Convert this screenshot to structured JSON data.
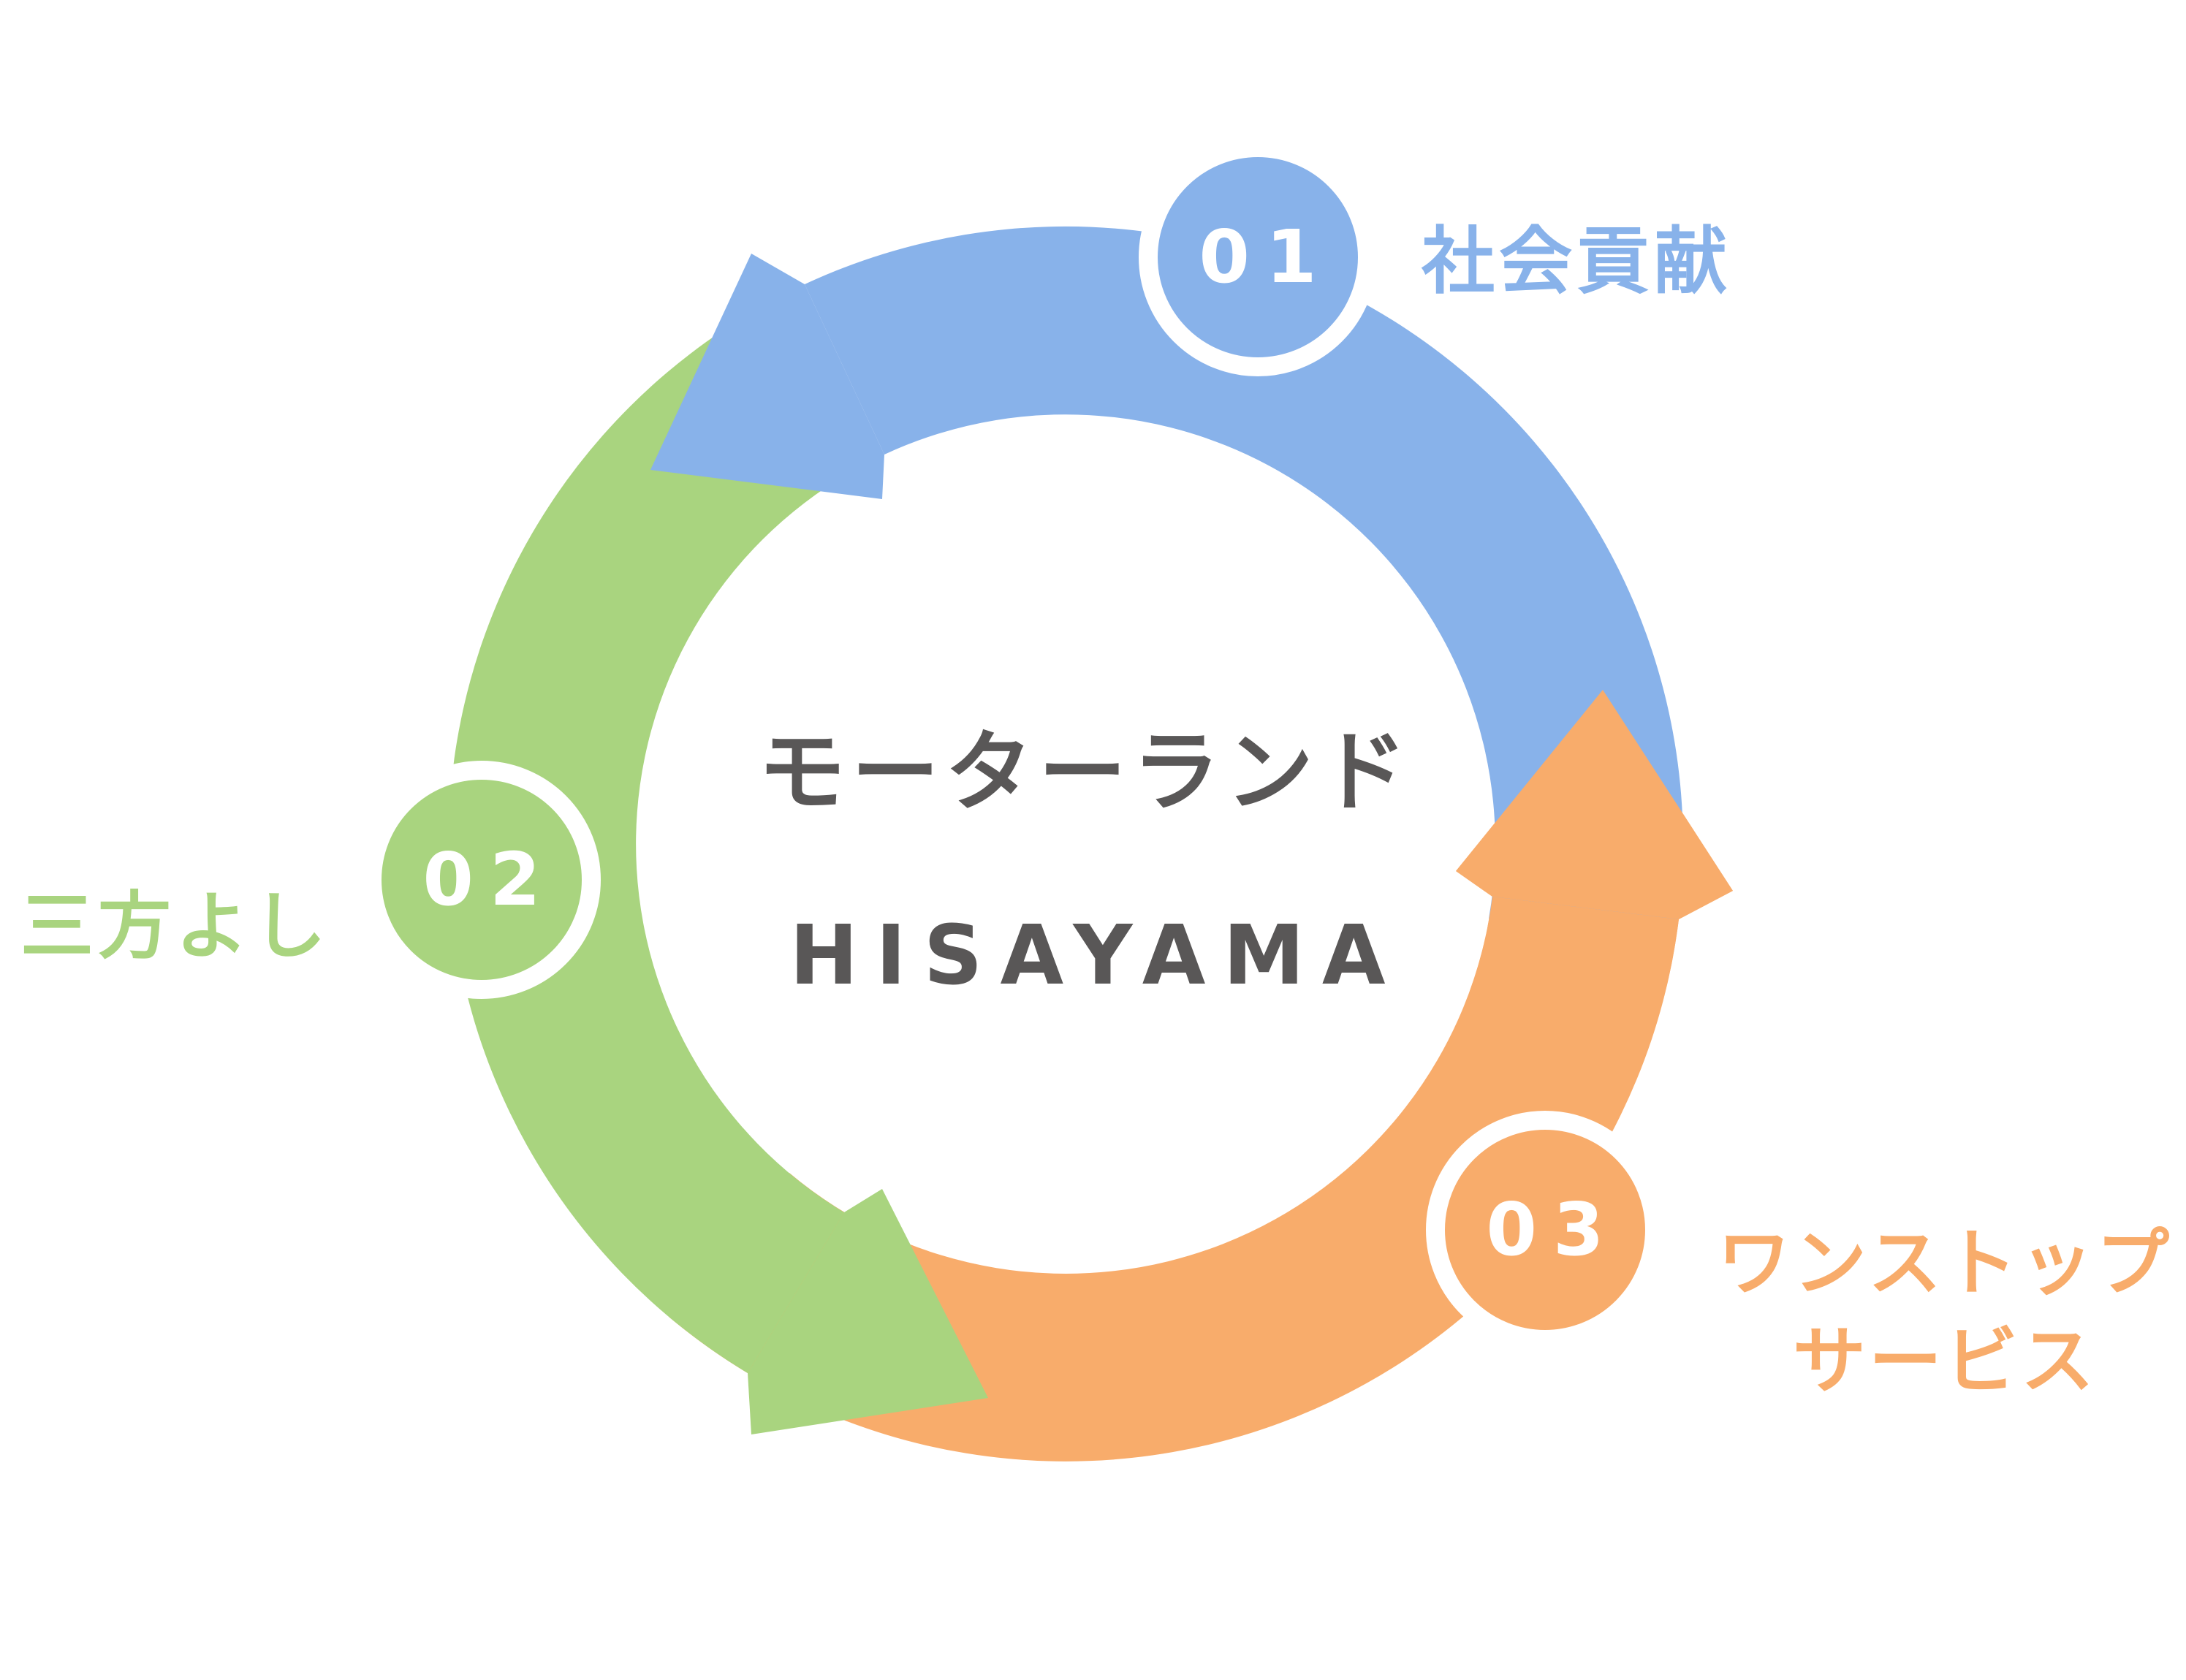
{
  "diagram": {
    "center": {
      "line1": "モーターランド",
      "line2": "HISAYAMA",
      "text_color": "#595757"
    },
    "steps": [
      {
        "number": "01",
        "label": "社会貢献",
        "color": "#88B2EA",
        "position": "top"
      },
      {
        "number": "02",
        "label": "三方よし",
        "color": "#A9D47F",
        "position": "left"
      },
      {
        "number": "03",
        "label_line1": "ワンストップ",
        "label_line2": "サービス",
        "color": "#F8AC6B",
        "position": "bottom-right"
      }
    ],
    "colors": {
      "blue": "#88B2EA",
      "green": "#A9D47F",
      "orange": "#F8AC6B",
      "title_gray": "#595757",
      "badge_text": "#FFFFFF",
      "background": "#FFFFFF"
    }
  }
}
